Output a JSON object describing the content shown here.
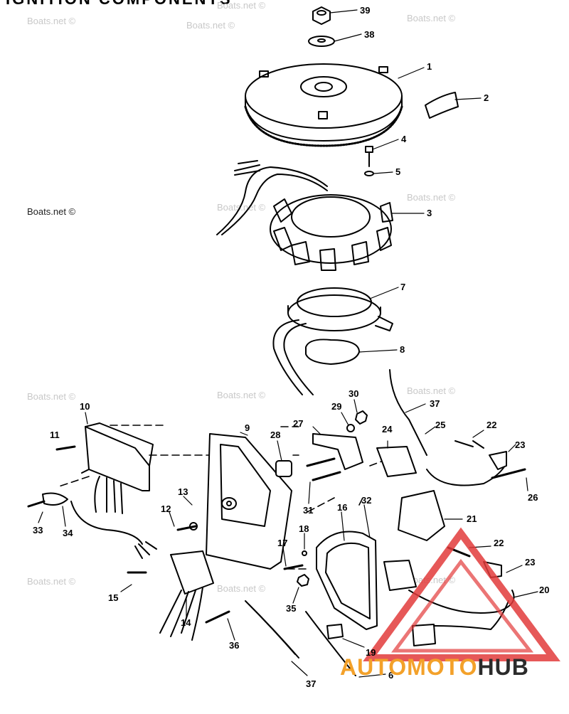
{
  "title": "IGNITION COMPONENTS",
  "watermark": "Boats.net ©",
  "logo": {
    "part1": "AUTOMOTO",
    "part2": "HUB",
    "color1": "#f3a12a",
    "color2": "#2b2b2b",
    "mark_color": "#e23b3b"
  },
  "callouts": {
    "c39": "39",
    "c38": "38",
    "c1": "1",
    "c2": "2",
    "c4": "4",
    "c5": "5",
    "c3": "3",
    "c7": "7",
    "c8": "8",
    "c10": "10",
    "c11": "11",
    "c9": "9",
    "c28": "28",
    "c27": "27",
    "c29": "29",
    "c30": "30",
    "c37a": "37",
    "c24": "24",
    "c25": "25",
    "c22a": "22",
    "c23a": "23",
    "c26": "26",
    "c13": "13",
    "c31": "31",
    "c12": "12",
    "c33": "33",
    "c34": "34",
    "c16": "16",
    "c32": "32",
    "c18": "18",
    "c17": "17",
    "c21": "21",
    "c22b": "22",
    "c23b": "23",
    "c15": "15",
    "c14": "14",
    "c35": "35",
    "c20": "20",
    "c36": "36",
    "c19": "19",
    "c6": "6",
    "c37b": "37"
  }
}
